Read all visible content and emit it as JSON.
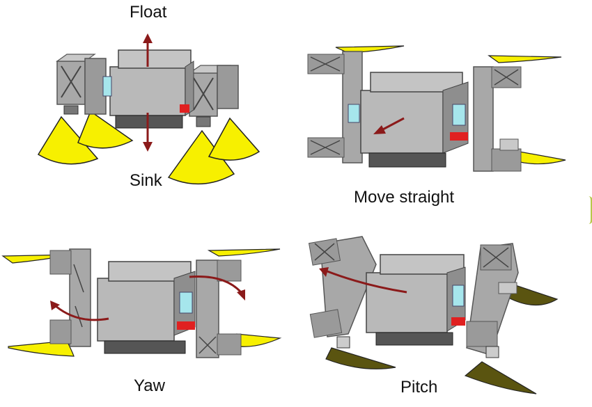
{
  "labels": {
    "float": "Float",
    "sink": "Sink",
    "move_straight": "Move straight",
    "yaw": "Yaw",
    "pitch": "Pitch"
  },
  "colors": {
    "fin_yellow": "#f7f000",
    "fin_olive": "#5a5410",
    "frame_gray": "#a8a8a8",
    "body_gray": "#b9b9b9",
    "arrow_red": "#8b1a1a",
    "stripe_red": "#e02020",
    "cyan": "#a6e6ec"
  },
  "icons": {
    "motion_arrow": "arrow-icon"
  }
}
